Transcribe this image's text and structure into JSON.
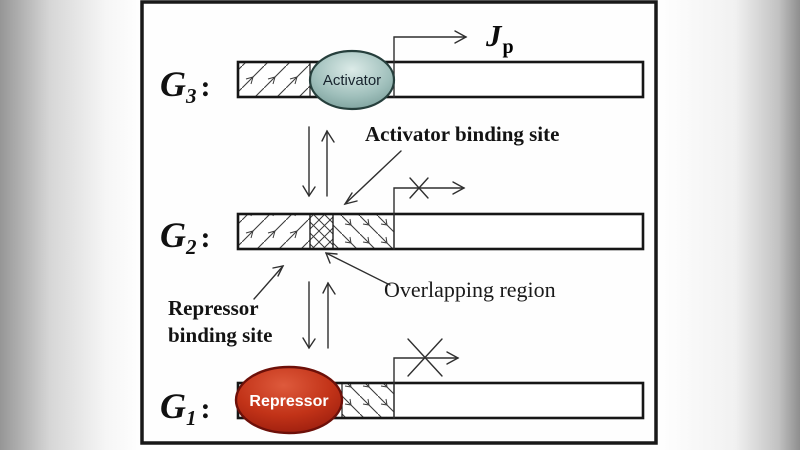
{
  "genes": {
    "g3": {
      "symbol": "G",
      "sub": "3",
      "colon": ":"
    },
    "g2": {
      "symbol": "G",
      "sub": "2",
      "colon": ":"
    },
    "g1": {
      "symbol": "G",
      "sub": "1",
      "colon": ":"
    }
  },
  "proteins": {
    "activator": "Activator",
    "repressor": "Repressor"
  },
  "flux": {
    "symbol": "J",
    "sub": "p"
  },
  "annotations": {
    "activator_site": "Activator binding site",
    "overlap": "Overlapping region",
    "repressor_site_1": "Repressor",
    "repressor_site_2": "binding site"
  },
  "colors": {
    "activator_light": "#dcebe8",
    "activator_mid": "#9fbfbb",
    "activator_dark": "#6b918d",
    "activator_outline": "#263f3c",
    "activator_text": "#17232d",
    "repressor_light": "#de5a3c",
    "repressor_mid": "#c23318",
    "repressor_dark": "#8c150a",
    "repressor_outline": "#6d1009",
    "repressor_text": "#ffffff",
    "bar_outline": "#161616",
    "line": "#2f2f2f"
  }
}
